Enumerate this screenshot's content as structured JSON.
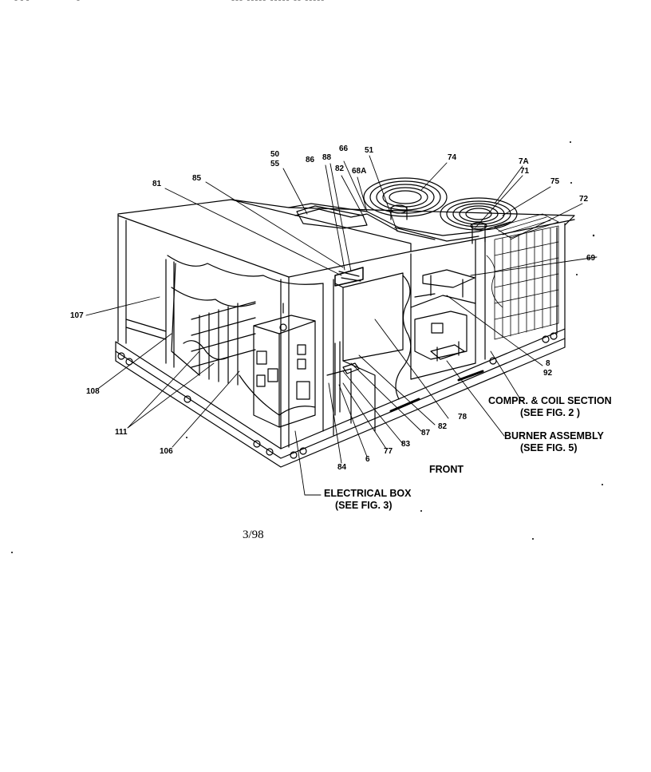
{
  "header": {
    "left_fragment_1": "- - -",
    "left_fragment_2": "-",
    "title_fragment": "--- ----- ----- -- -----"
  },
  "labels": {
    "l50": "50",
    "l55": "55",
    "l86": "86",
    "l88": "88",
    "l66": "66",
    "l82": "82",
    "l68A": "68A",
    "l51": "51",
    "l74": "74",
    "l7A": "7A",
    "l71": "71",
    "l75": "75",
    "l72": "72",
    "l81": "81",
    "l85": "85",
    "l69": "69",
    "l107": "107",
    "l108": "108",
    "l111": "111",
    "l106": "106",
    "l8": "8",
    "l92": "92",
    "l78": "78",
    "l82b": "82",
    "l87": "87",
    "l83": "83",
    "l77": "77",
    "l6": "6",
    "l84": "84"
  },
  "callouts": {
    "compr_line1": "COMPR. & COIL SECTION",
    "compr_line2": "(SEE FIG. 2 )",
    "burner_line1": "BURNER ASSEMBLY",
    "burner_line2": "(SEE FIG. 5)",
    "front": "FRONT",
    "elec_line1": "ELECTRICAL BOX",
    "elec_line2": "(SEE FIG. 3)"
  },
  "footer": {
    "date": "3/98"
  }
}
